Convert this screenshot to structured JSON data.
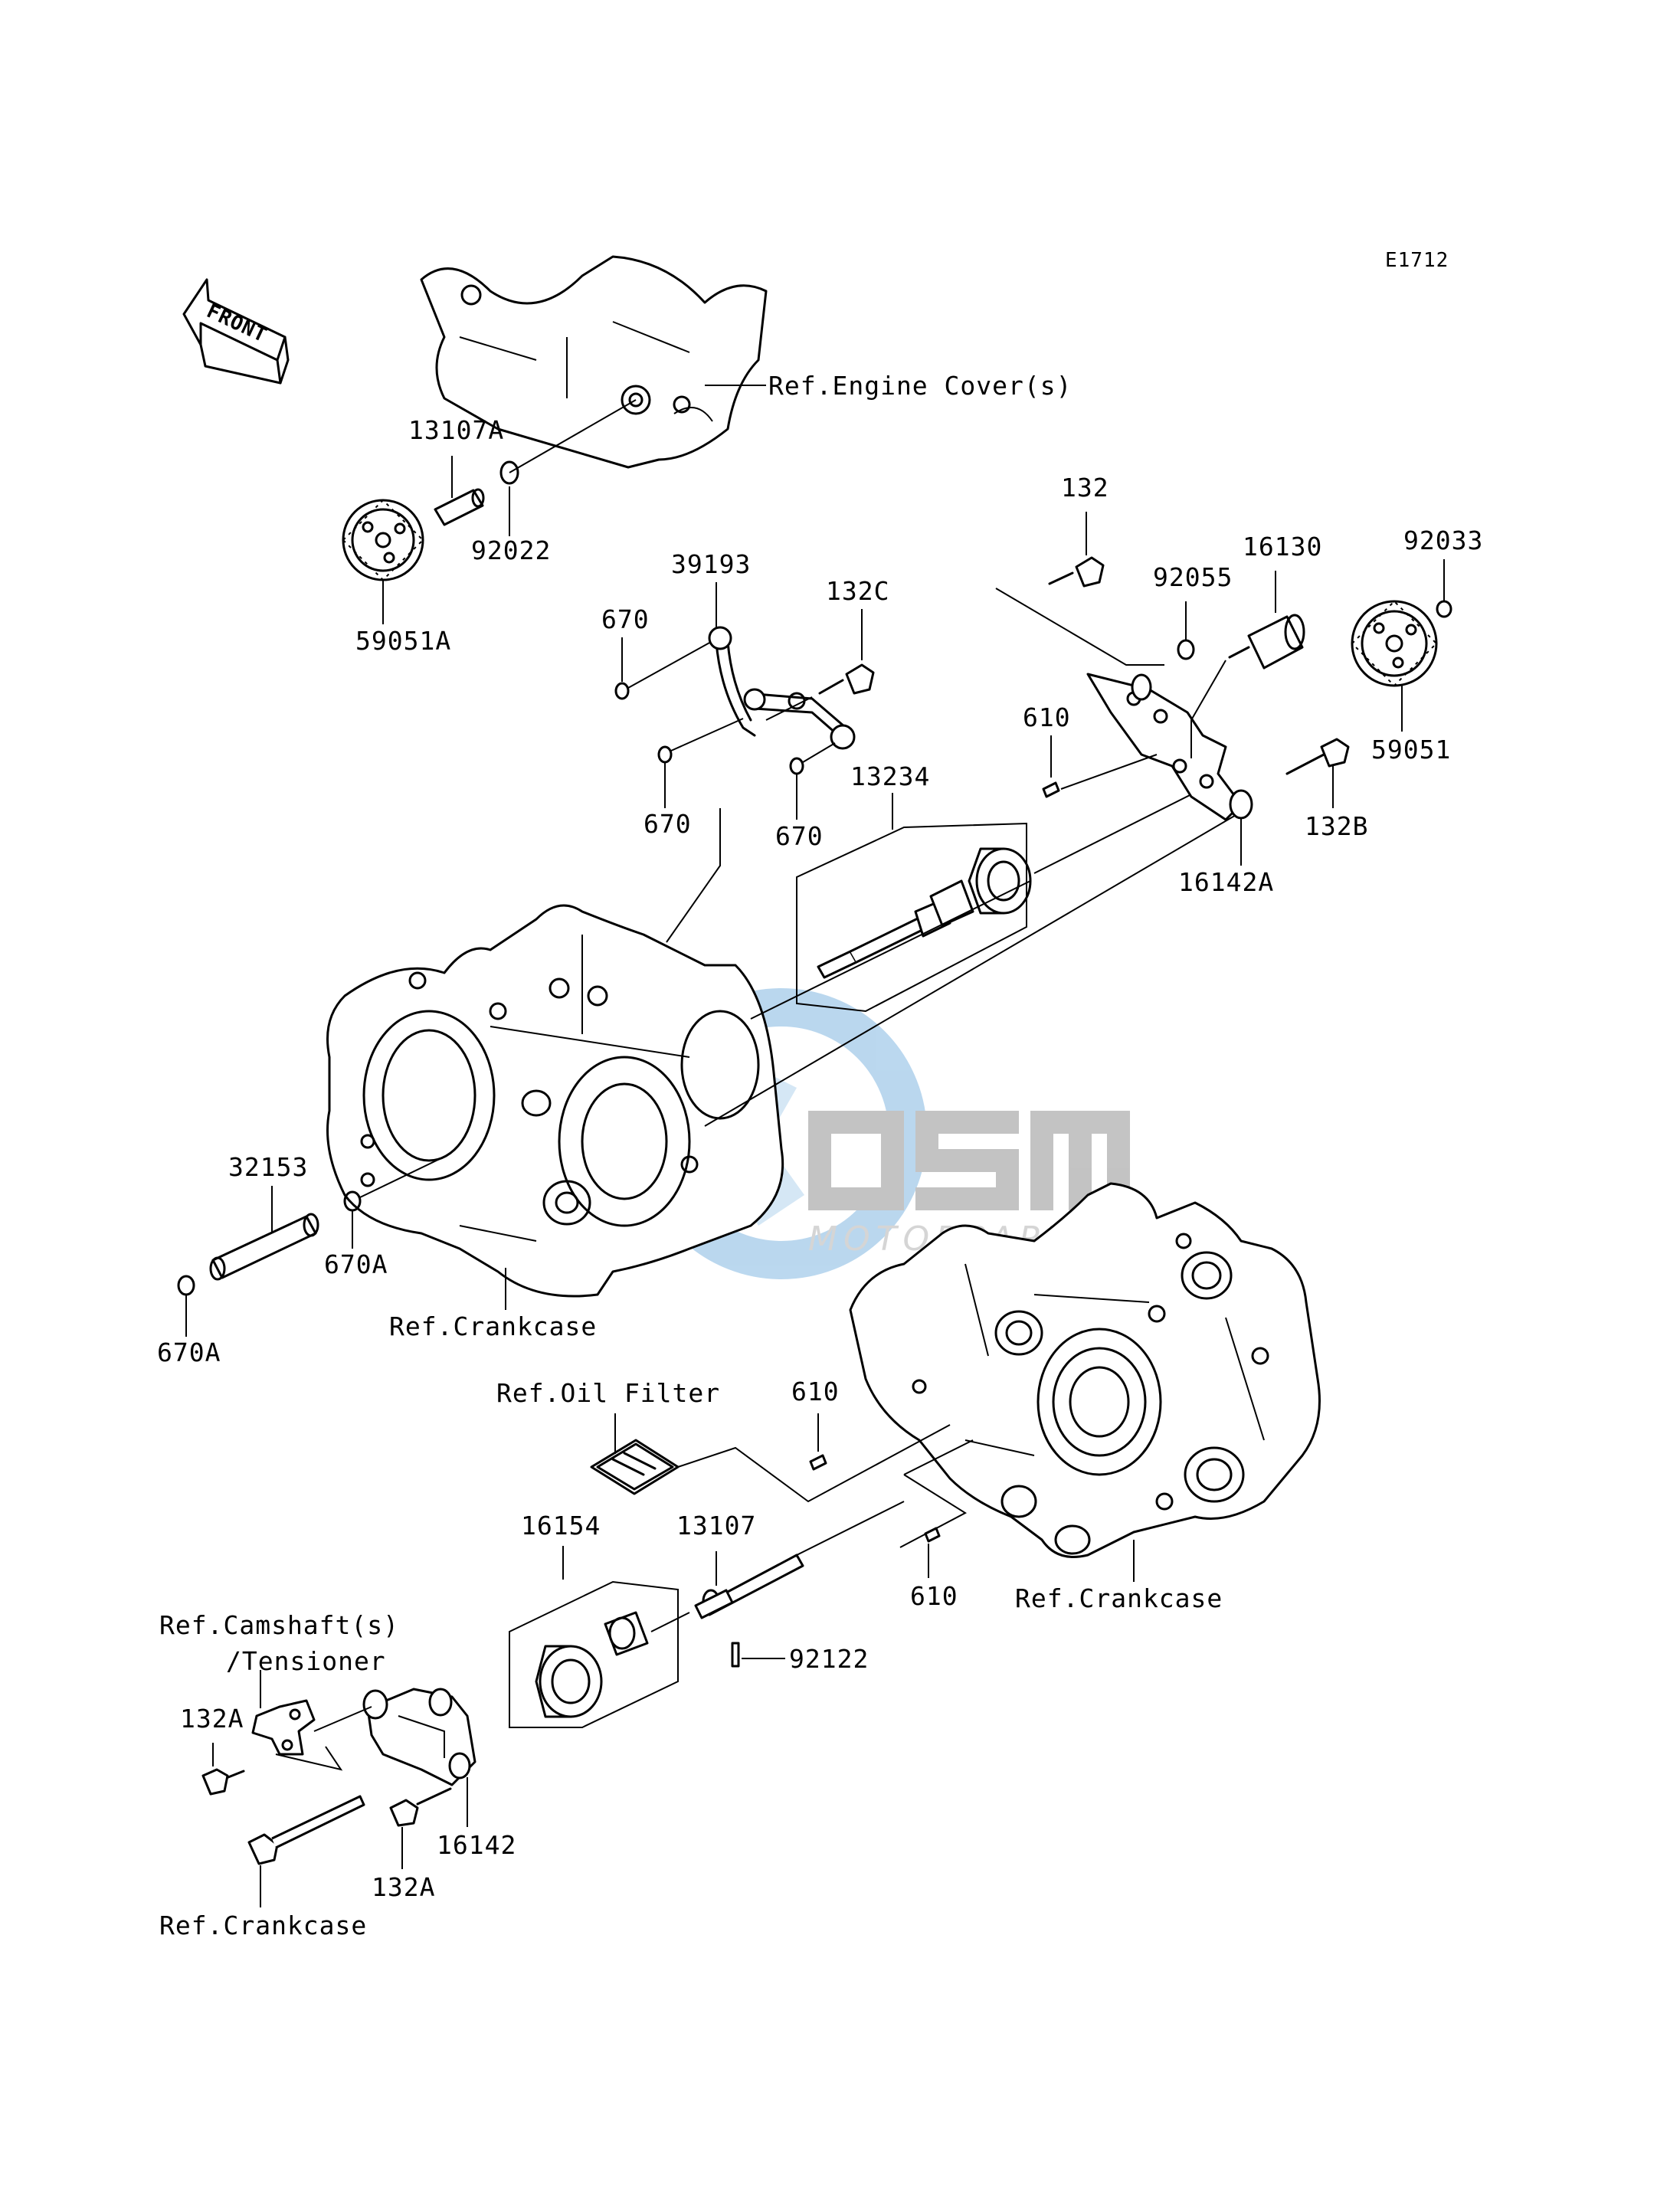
{
  "diagram_code": "E1712",
  "front_arrow_label": "FRONT",
  "watermark": {
    "brand": "OSM",
    "sub": "MOTORPARTS",
    "color": "#3b8fd0"
  },
  "labels": {
    "ref_engine_cover": "Ref.Engine Cover(s)",
    "p13107A": "13107A",
    "p92022": "92022",
    "p59051A": "59051A",
    "p39193": "39193",
    "p670_a": "670",
    "p670_b": "670",
    "p670_c": "670",
    "p132C": "132C",
    "p132": "132",
    "p92055": "92055",
    "p16130": "16130",
    "p92033": "92033",
    "p610_a": "610",
    "p59051": "59051",
    "p132B": "132B",
    "p13234": "13234",
    "p16142A": "16142A",
    "p32153": "32153",
    "p670A_a": "670A",
    "p670A_b": "670A",
    "ref_crankcase_1": "Ref.Crankcase",
    "ref_oil_filter": "Ref.Oil Filter",
    "p610_b": "610",
    "p610_c": "610",
    "p13107": "13107",
    "p16154": "16154",
    "p92122": "92122",
    "ref_crankcase_2": "Ref.Crankcase",
    "ref_camshaft": "Ref.Camshaft(s)",
    "ref_tensioner": "/Tensioner",
    "p132A_a": "132A",
    "p132A_b": "132A",
    "p16142": "16142",
    "ref_crankcase_3": "Ref.Crankcase"
  }
}
